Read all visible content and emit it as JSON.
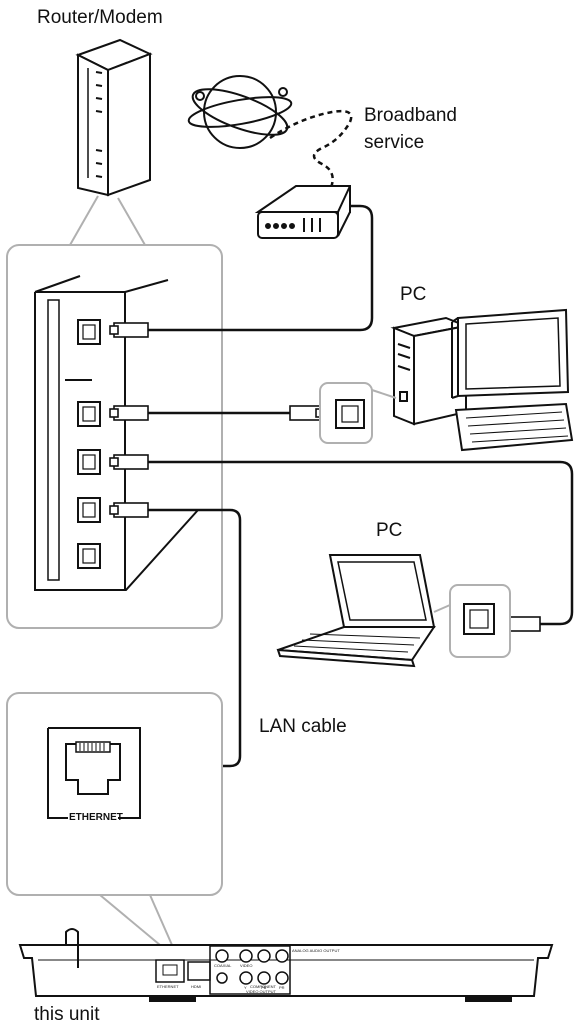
{
  "labels": {
    "router": "Router/Modem",
    "broadband_line1": "Broadband",
    "broadband_line2": "service",
    "pc_desktop": "PC",
    "pc_laptop": "PC",
    "lan_cable": "LAN cable",
    "this_unit": "this unit",
    "ethernet_port": "ETHERNET"
  },
  "back_panel": {
    "ethernet": "ETHERNET",
    "hdmi": "HDMI",
    "coaxial": "COAXIAL",
    "video": "VIDEO",
    "component": "COMPONENT",
    "video_output": "VIDEO OUTPUT",
    "analog_audio_output": "ANALOG AUDIO OUTPUT",
    "jack_y": "Y",
    "jack_pb": "PB",
    "jack_pr": "PR"
  }
}
